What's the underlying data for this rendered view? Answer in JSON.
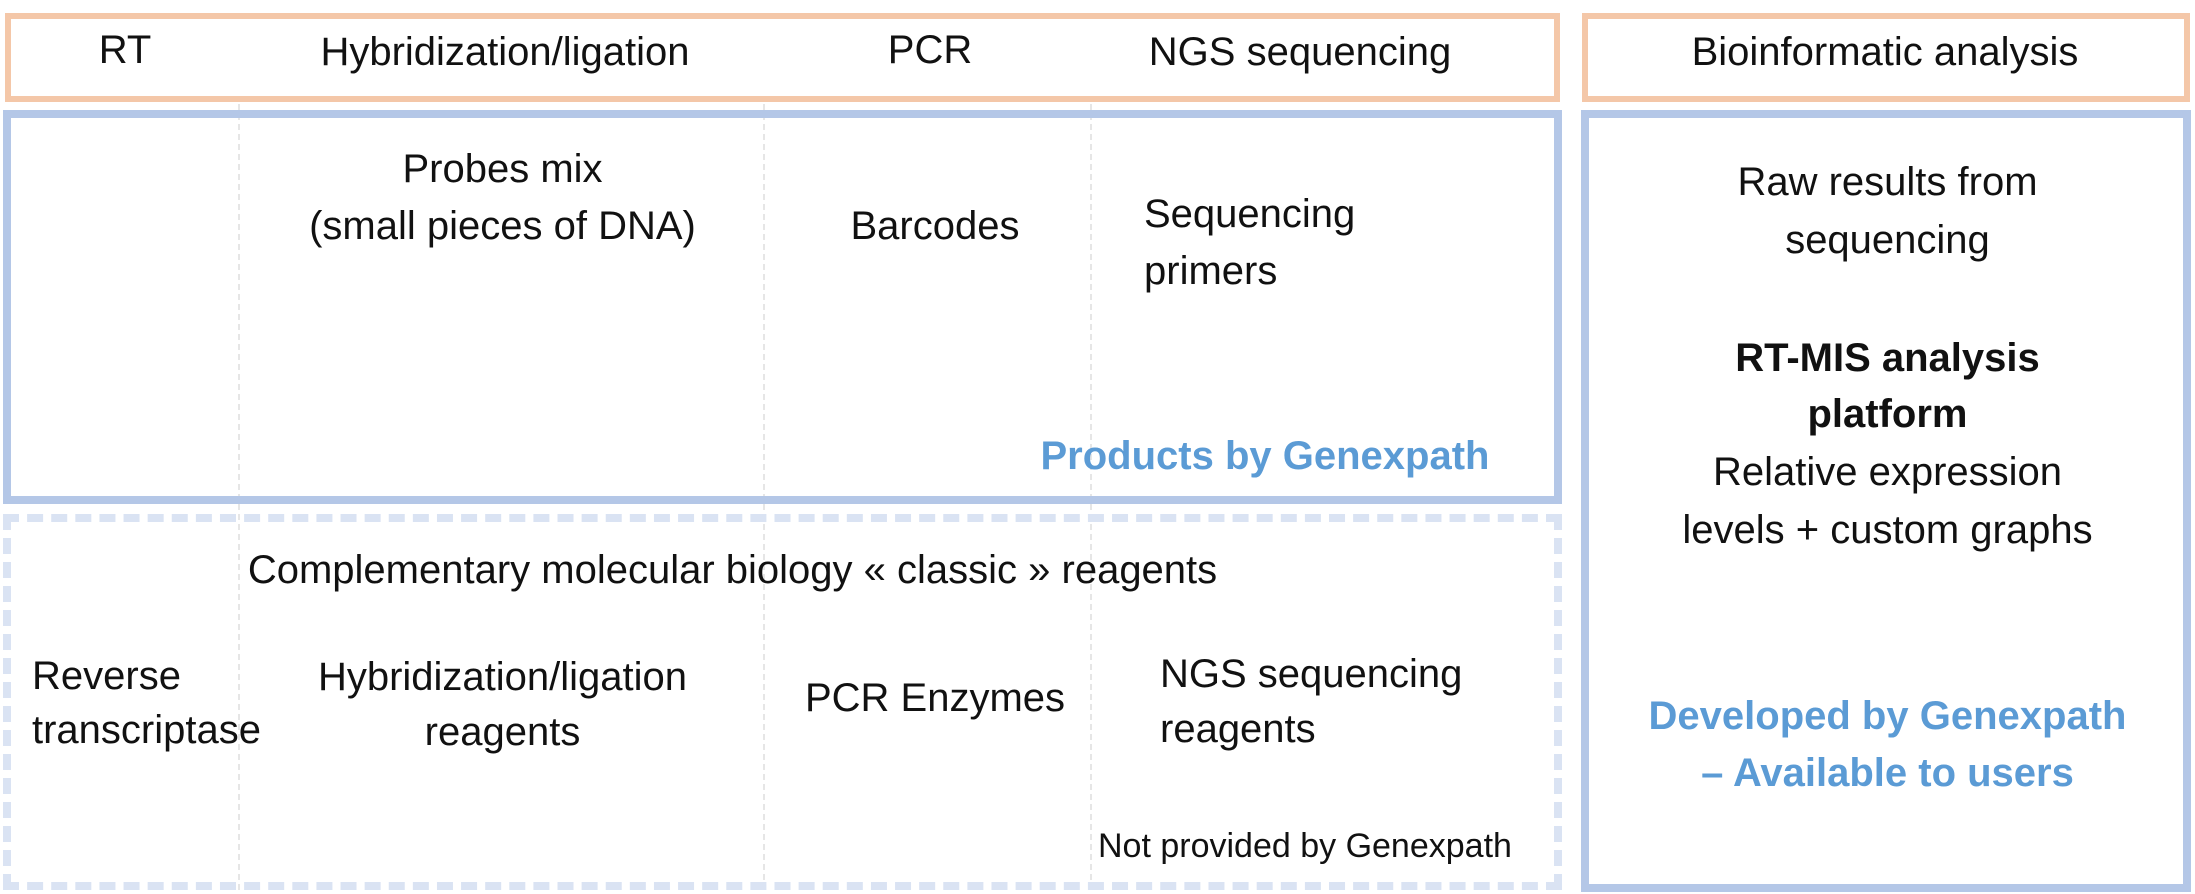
{
  "header": {
    "steps": [
      "RT",
      "Hybridization/ligation",
      "PCR",
      "NGS sequencing"
    ],
    "bioinformatics": "Bioinformatic analysis"
  },
  "products": {
    "probes_line1": "Probes mix",
    "probes_line2": "(small pieces of DNA)",
    "barcodes": "Barcodes",
    "seq_primers_line1": "Sequencing",
    "seq_primers_line2": "primers",
    "caption": "Products by Genexpath"
  },
  "reagents": {
    "title": "Complementary molecular biology « classic » reagents",
    "rt_line1": "Reverse",
    "rt_line2": "transcriptase",
    "hyb_line1": "Hybridization/ligation",
    "hyb_line2": "reagents",
    "pcr": "PCR Enzymes",
    "ngs_line1": "NGS sequencing",
    "ngs_line2": "reagents",
    "note": "Not provided by Genexpath"
  },
  "analysis": {
    "raw_line1": "Raw results from",
    "raw_line2": "sequencing",
    "platform_line1": "RT-MIS analysis",
    "platform_line2": "platform",
    "rel_line1": "Relative expression",
    "rel_line2": "levels + custom graphs",
    "dev_line1": "Developed by Genexpath",
    "dev_line2": "– Available to users"
  },
  "colors": {
    "header_border": "#f4c7a8",
    "products_border": "#b4c7e7",
    "reagents_border": "#dae3f3",
    "accent_text": "#5b9bd5"
  }
}
